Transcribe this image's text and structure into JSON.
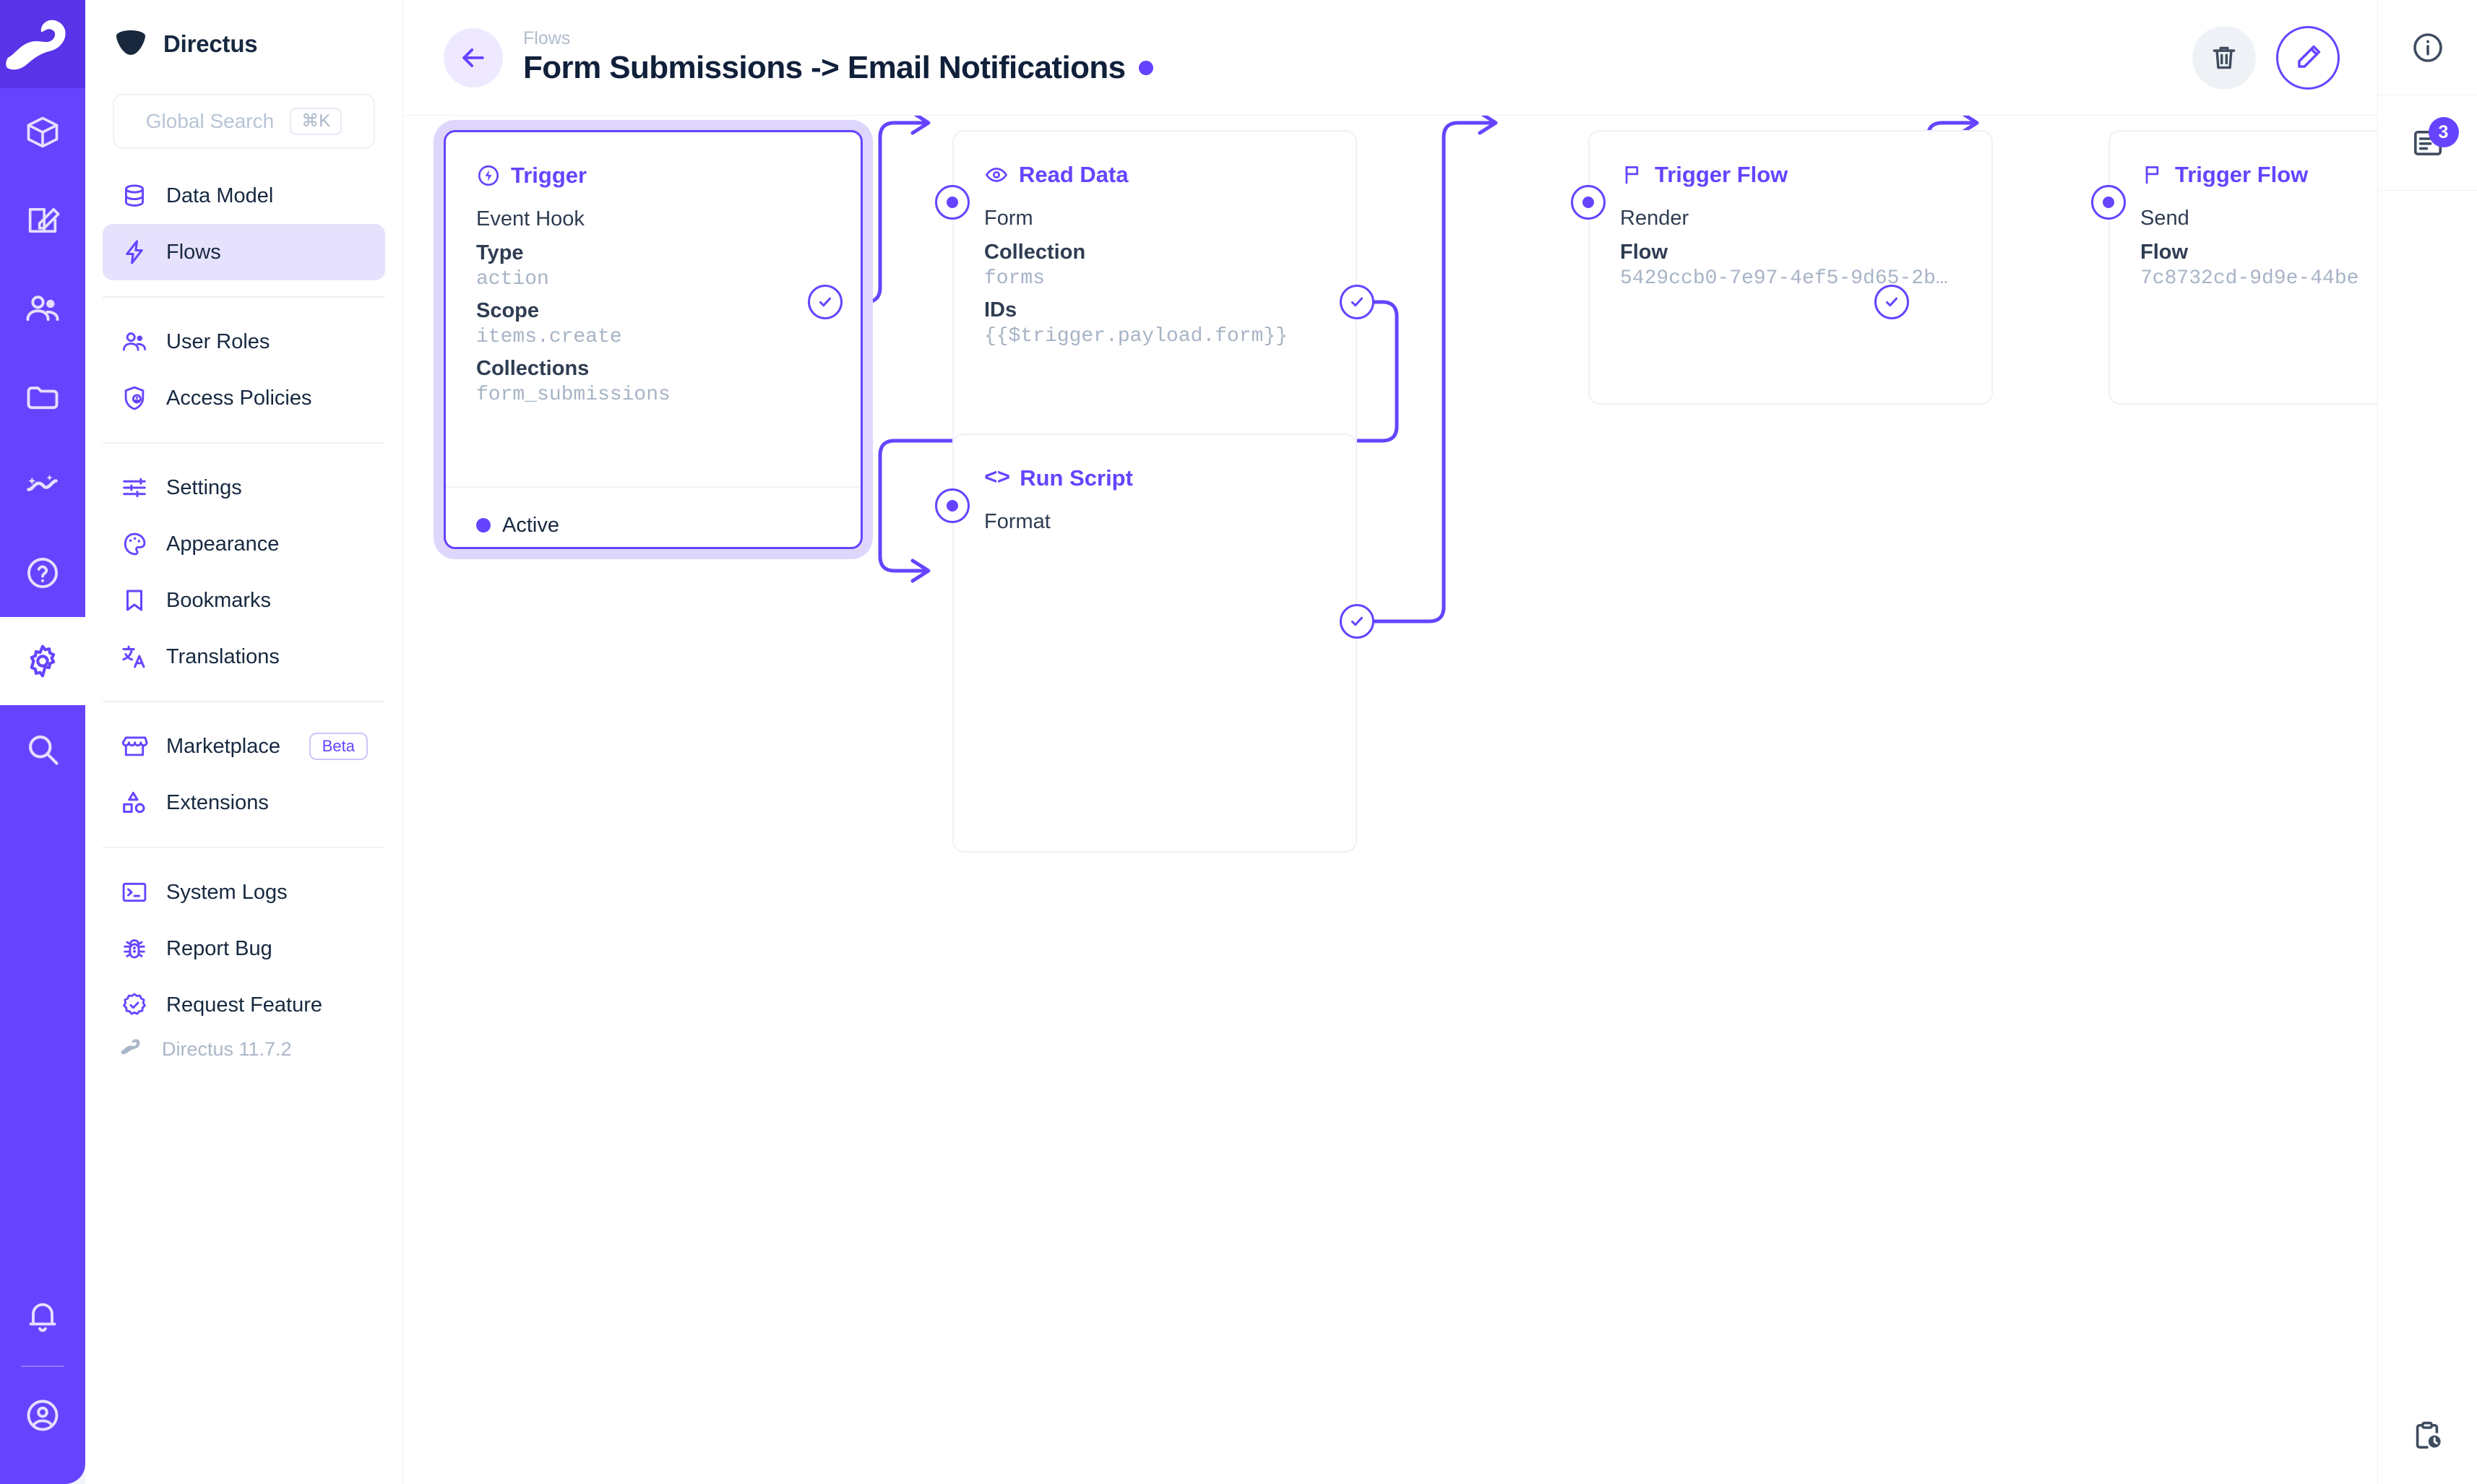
{
  "brand": {
    "name": "Directus",
    "version": "Directus 11.7.2"
  },
  "search": {
    "placeholder": "Global Search",
    "shortcut": "⌘K"
  },
  "rail": {
    "items": [
      {
        "name": "directus-logo-icon"
      },
      {
        "name": "content-box-icon"
      },
      {
        "name": "edit-square-icon"
      },
      {
        "name": "users-icon"
      },
      {
        "name": "folder-icon"
      },
      {
        "name": "insights-icon"
      },
      {
        "name": "help-circle-icon"
      },
      {
        "name": "settings-gear-icon"
      },
      {
        "name": "search-icon"
      },
      {
        "name": "bell-icon"
      },
      {
        "name": "account-circle-icon"
      }
    ]
  },
  "sidebar": {
    "groups": [
      {
        "items": [
          {
            "label": "Data Model",
            "icon": "database-icon",
            "active": false
          },
          {
            "label": "Flows",
            "icon": "bolt-icon",
            "active": true
          }
        ]
      },
      {
        "items": [
          {
            "label": "User Roles",
            "icon": "users-icon",
            "active": false
          },
          {
            "label": "Access Policies",
            "icon": "shield-user-icon",
            "active": false
          }
        ]
      },
      {
        "items": [
          {
            "label": "Settings",
            "icon": "sliders-icon",
            "active": false
          },
          {
            "label": "Appearance",
            "icon": "palette-icon",
            "active": false
          },
          {
            "label": "Bookmarks",
            "icon": "bookmark-icon",
            "active": false
          },
          {
            "label": "Translations",
            "icon": "translate-icon",
            "active": false
          }
        ]
      },
      {
        "items": [
          {
            "label": "Marketplace",
            "icon": "storefront-icon",
            "badge": "Beta",
            "active": false
          },
          {
            "label": "Extensions",
            "icon": "shapes-icon",
            "active": false
          }
        ]
      },
      {
        "items": [
          {
            "label": "System Logs",
            "icon": "terminal-icon",
            "active": false
          },
          {
            "label": "Report Bug",
            "icon": "bug-icon",
            "active": false
          },
          {
            "label": "Request Feature",
            "icon": "badge-check-icon",
            "active": false
          }
        ]
      }
    ]
  },
  "header": {
    "breadcrumb": "Flows",
    "title": "Form Submissions -> Email Notifications",
    "status_dot_color": "#6644ff",
    "actions": [
      {
        "name": "delete-button",
        "icon": "trash-icon"
      },
      {
        "name": "edit-button",
        "icon": "pencil-icon"
      }
    ]
  },
  "rightpanel": {
    "items": [
      {
        "name": "info-button",
        "icon": "info-circle-icon"
      },
      {
        "name": "logs-button",
        "icon": "logs-icon",
        "badge": "3"
      },
      {
        "name": "activity-button",
        "icon": "clipboard-clock-icon"
      }
    ]
  },
  "flow": {
    "nodes": [
      {
        "id": "trigger",
        "kind": "trigger",
        "title": "Trigger",
        "icon": "bolt-circle-icon",
        "subtitle": "Event Hook",
        "fields": [
          {
            "label": "Type",
            "value": "action"
          },
          {
            "label": "Scope",
            "value": "items.create"
          },
          {
            "label": "Collections",
            "value": "form_submissions"
          }
        ],
        "status": "Active"
      },
      {
        "id": "read-data",
        "kind": "operation",
        "title": "Read Data",
        "icon": "eye-icon",
        "subtitle": "Form",
        "fields": [
          {
            "label": "Collection",
            "value": "forms"
          },
          {
            "label": "IDs",
            "value": "{{$trigger.payload.form}}"
          }
        ]
      },
      {
        "id": "run-script",
        "kind": "operation",
        "title": "Run Script",
        "icon": "code-icon",
        "subtitle": "Format",
        "fields": []
      },
      {
        "id": "trigger-flow-render",
        "kind": "operation",
        "title": "Trigger Flow",
        "icon": "flag-icon",
        "subtitle": "Render",
        "fields": [
          {
            "label": "Flow",
            "value": "5429ccb0-7e97-4ef5-9d65-2b…"
          }
        ]
      },
      {
        "id": "trigger-flow-send",
        "kind": "operation",
        "title": "Trigger Flow",
        "icon": "flag-icon",
        "subtitle": "Send",
        "fields": [
          {
            "label": "Flow",
            "value": "7c8732cd-9d9e-44be"
          }
        ]
      }
    ]
  },
  "colors": {
    "accent": "#6644ff",
    "accent_soft": "#e6e2fd",
    "text": "#172940",
    "muted": "#a7b4c6",
    "border": "#eef1f6"
  }
}
